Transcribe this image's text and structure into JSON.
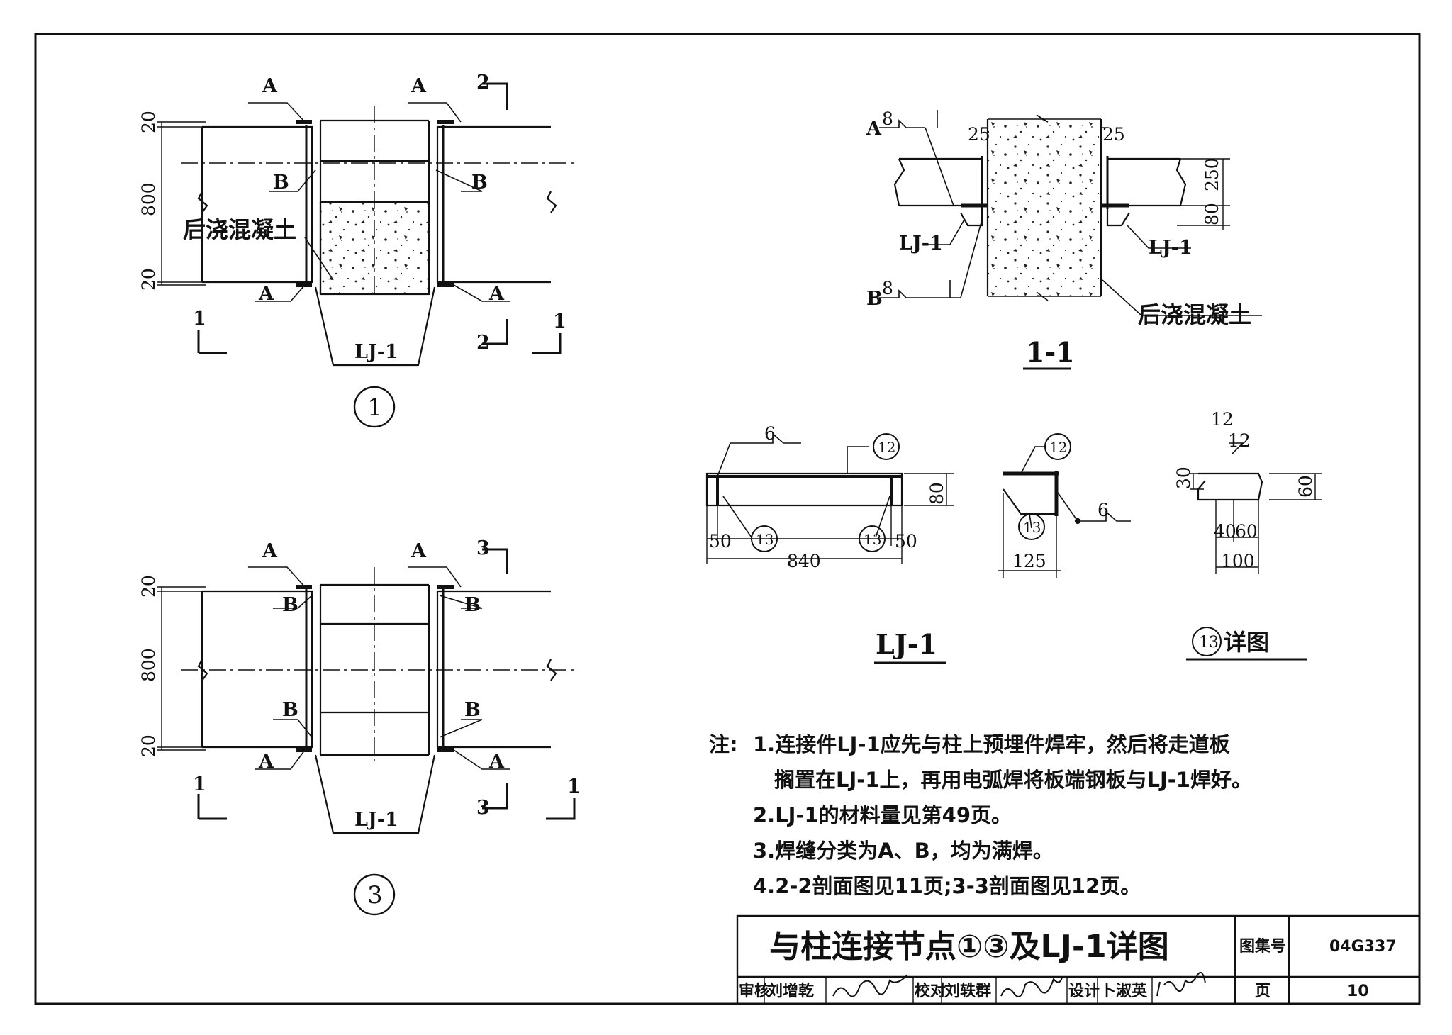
{
  "drawing_title": "与柱连接节点①③及LJ-1详图",
  "title_block": {
    "atlas_label": "图集号",
    "atlas_no": "04G337",
    "page_label": "页",
    "page_no": "10",
    "review_label": "审核",
    "review_name": "刘增乾",
    "check_label": "校对",
    "check_name": "刘轶群",
    "design_label": "设计",
    "design_name": "卜淑英"
  },
  "labels": {
    "weld_a": "A",
    "weld_b": "B",
    "lj1": "LJ-1",
    "concrete": "后浇混凝土",
    "sec1": "1",
    "sec2": "2",
    "sec3": "3",
    "node1": "1",
    "node3": "3",
    "part12": "12",
    "part13": "13",
    "section_1_1": "1-1",
    "lj1_title": "LJ-1",
    "detail13_title": "详图",
    "weld_size_8": "8",
    "weld_size_6": "6"
  },
  "dims": {
    "d20": "20",
    "d800": "800",
    "d25": "25",
    "d250": "250",
    "d80": "80",
    "d50": "50",
    "d840": "840",
    "d125": "125",
    "d12": "12",
    "d30": "30",
    "d60": "60",
    "d40": "40",
    "d100": "100"
  },
  "notes": {
    "head": "注:",
    "n1a": "1.连接件LJ-1应先与柱上预埋件焊牢，然后将走道板",
    "n1b": "搁置在LJ-1上，再用电弧焊将板端钢板与LJ-1焊好。",
    "n2": "2.LJ-1的材料量见第49页。",
    "n3": "3.焊缝分类为A、B，均为满焊。",
    "n4": "4.2-2剖面图见11页;3-3剖面图见12页。"
  }
}
